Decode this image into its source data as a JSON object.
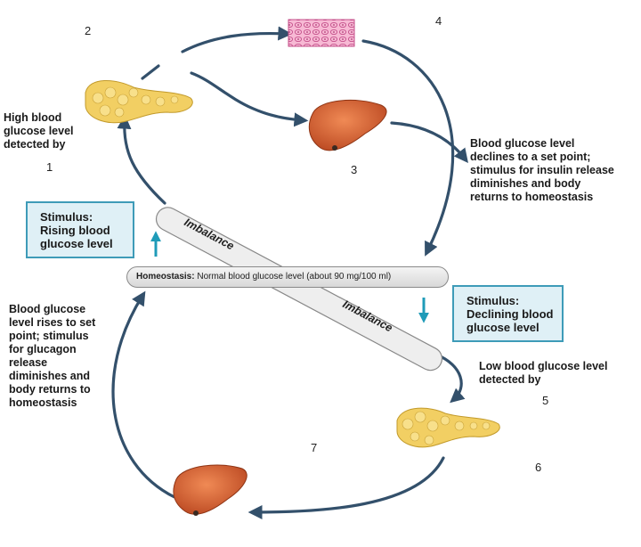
{
  "labels": {
    "n2": "2",
    "n4": "4",
    "n1": "1",
    "n3": "3",
    "n5": "5",
    "n6": "6",
    "n7": "7",
    "high_detected": [
      "High blood",
      "glucose level",
      "detected by"
    ],
    "declines": [
      "Blood glucose level",
      "declines to a set point;",
      "stimulus for insulin release",
      "diminishes and body",
      "returns to homeostasis"
    ],
    "rises": [
      "Blood glucose",
      "level rises to set",
      "point; stimulus",
      "for glucagon",
      "release",
      "diminishes and",
      "body returns to",
      "homeostasis"
    ],
    "low_detected": [
      "Low blood glucose level",
      "detected by"
    ]
  },
  "stimulus_rising": [
    "Stimulus:",
    "Rising blood",
    "glucose level"
  ],
  "stimulus_declining": [
    "Stimulus:",
    "Declining blood",
    "glucose level"
  ],
  "homeostasis": {
    "prefix": "Homeostasis:",
    "text": "Normal blood glucose level (about 90 mg/100 ml)"
  },
  "imbalance_top": "Imbalance",
  "imbalance_bottom": "Imbalance",
  "colors": {
    "arrow": "#33506b",
    "stimulus_border": "#3e9bb8",
    "stimulus_fill": "#dff0f6",
    "teal_arrow": "#1f9bb8",
    "pancreas": "#f2cf63",
    "liver": "#d9643a",
    "tissue": "#f4a6c8"
  }
}
